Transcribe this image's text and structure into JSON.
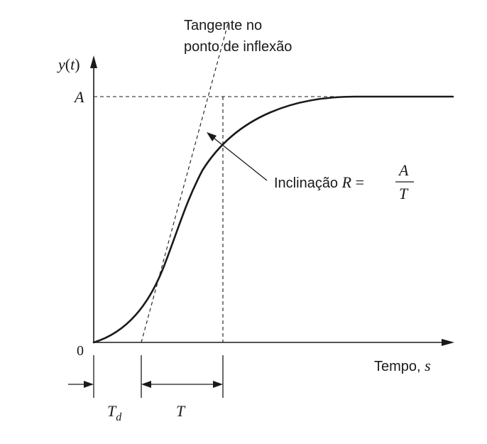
{
  "diagram": {
    "axis": {
      "y_label_fn": "y",
      "y_label_arg": "t",
      "y_label_paren_open": "(",
      "y_label_paren_close": ")",
      "y_max_label": "A",
      "origin_label": "0",
      "x_label": "Tempo, ",
      "x_label_unit": "s"
    },
    "tangent_annotation": {
      "line1": "Tangente no",
      "line2": "ponto de inflexão"
    },
    "slope_annotation": {
      "prefix": "Inclinação ",
      "var": "R",
      "equals": " = ",
      "numerator": "A",
      "denominator": "T"
    },
    "intervals": {
      "delay_main": "T",
      "delay_sub": "d",
      "time_constant": "T"
    },
    "colors": {
      "ink": "#1a1a1a"
    }
  }
}
